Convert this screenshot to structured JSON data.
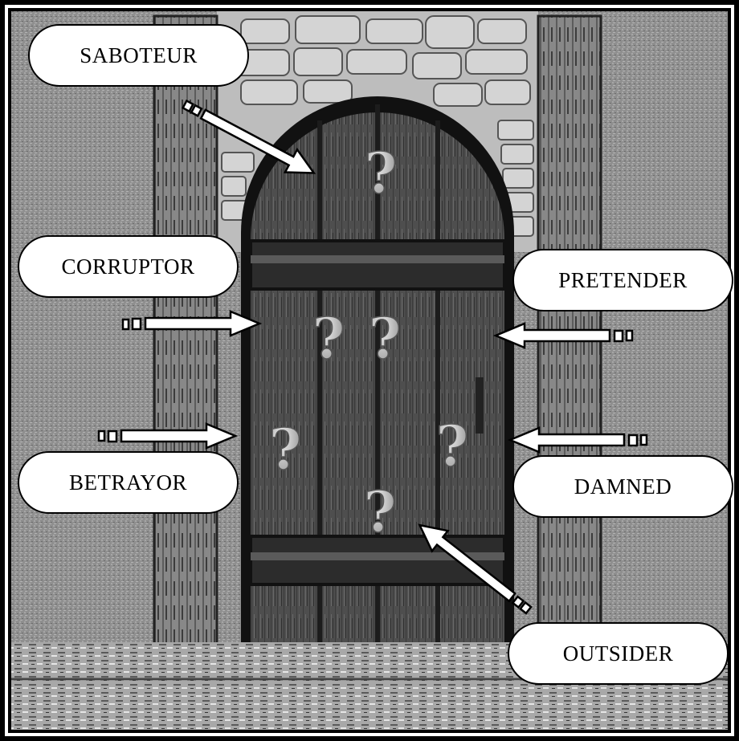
{
  "labels": {
    "saboteur": "SABOTEUR",
    "corruptor": "CORRUPTOR",
    "betrayor": "BETRAYOR",
    "pretender": "PRETENDER",
    "damned": "DAMNED",
    "outsider": "OUTSIDER"
  },
  "question_mark": "?",
  "colors": {
    "frame": "#000000",
    "wall_stone": "#8c8c8c",
    "pillar": "#7a7a7a",
    "door_wood": "#4a4a4a",
    "door_band": "#2e2e2e",
    "floor": "#a0a0a0",
    "question_mark": "#c8c8c8",
    "label_bg": "#ffffff"
  }
}
